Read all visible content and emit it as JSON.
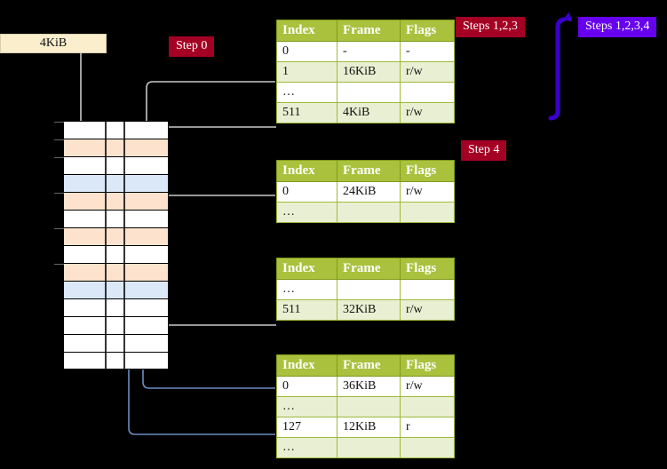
{
  "diagram": {
    "title_hidden": "",
    "colors": {
      "badge_red": "#a40024",
      "badge_blue": "#6600ee",
      "table_header": "#a9c13c",
      "table_alt_row": "#e9efd2",
      "highlight": "#ffff99",
      "grid_peach": "#fde3cd",
      "grid_blue": "#dbe8f7",
      "wire_gray": "#bdbdbd",
      "wire_blue": "#6c8ebf",
      "box_cream": "#faeecd"
    }
  },
  "labels": {
    "page_box": "4KiB",
    "step0": "Step 0",
    "step4": "Step 4",
    "steps123": "Steps 1,2,3",
    "steps1234": "Steps 1,2,3,4"
  },
  "tables": [
    {
      "id": "pml4",
      "columns": [
        "Index",
        "Frame",
        "Flags"
      ],
      "rows": [
        {
          "index": "0",
          "frame": "-",
          "flags": "-",
          "alt": false,
          "highlight": false
        },
        {
          "index": "1",
          "frame": "16KiB",
          "flags": "r/w",
          "alt": true,
          "highlight": false
        },
        {
          "index": "…",
          "frame": "",
          "flags": "",
          "alt": false,
          "highlight": false
        },
        {
          "index": "511",
          "frame": "4KiB",
          "flags": "r/w",
          "alt": true,
          "highlight": true
        }
      ]
    },
    {
      "id": "pdpt",
      "columns": [
        "Index",
        "Frame",
        "Flags"
      ],
      "rows": [
        {
          "index": "0",
          "frame": "24KiB",
          "flags": "r/w",
          "alt": false,
          "highlight": false
        },
        {
          "index": "…",
          "frame": "",
          "flags": "",
          "alt": true,
          "highlight": false
        }
      ]
    },
    {
      "id": "pd",
      "columns": [
        "Index",
        "Frame",
        "Flags"
      ],
      "rows": [
        {
          "index": "…",
          "frame": "",
          "flags": "",
          "alt": false,
          "highlight": false
        },
        {
          "index": "511",
          "frame": "32KiB",
          "flags": "r/w",
          "alt": true,
          "highlight": false
        }
      ]
    },
    {
      "id": "pt",
      "columns": [
        "Index",
        "Frame",
        "Flags"
      ],
      "rows": [
        {
          "index": "0",
          "frame": "36KiB",
          "flags": "r/w",
          "alt": false,
          "highlight": false
        },
        {
          "index": "…",
          "frame": "",
          "flags": "",
          "alt": true,
          "highlight": false
        },
        {
          "index": "127",
          "frame": "12KiB",
          "flags": "r",
          "alt": false,
          "highlight": false
        },
        {
          "index": "…",
          "frame": "",
          "flags": "",
          "alt": true,
          "highlight": false
        }
      ]
    }
  ],
  "memory_grid": {
    "rows": [
      {
        "fill": "white",
        "tick": true
      },
      {
        "fill": "peach",
        "tick": true
      },
      {
        "fill": "white",
        "tick": true
      },
      {
        "fill": "blue",
        "tick": false
      },
      {
        "fill": "peach",
        "tick": true
      },
      {
        "fill": "white",
        "tick": false
      },
      {
        "fill": "peach",
        "tick": true
      },
      {
        "fill": "white",
        "tick": false
      },
      {
        "fill": "peach",
        "tick": true
      },
      {
        "fill": "blue",
        "tick": false
      },
      {
        "fill": "white",
        "tick": false
      },
      {
        "fill": "white",
        "tick": false
      },
      {
        "fill": "white",
        "tick": false
      },
      {
        "fill": "white",
        "tick": false
      }
    ]
  }
}
